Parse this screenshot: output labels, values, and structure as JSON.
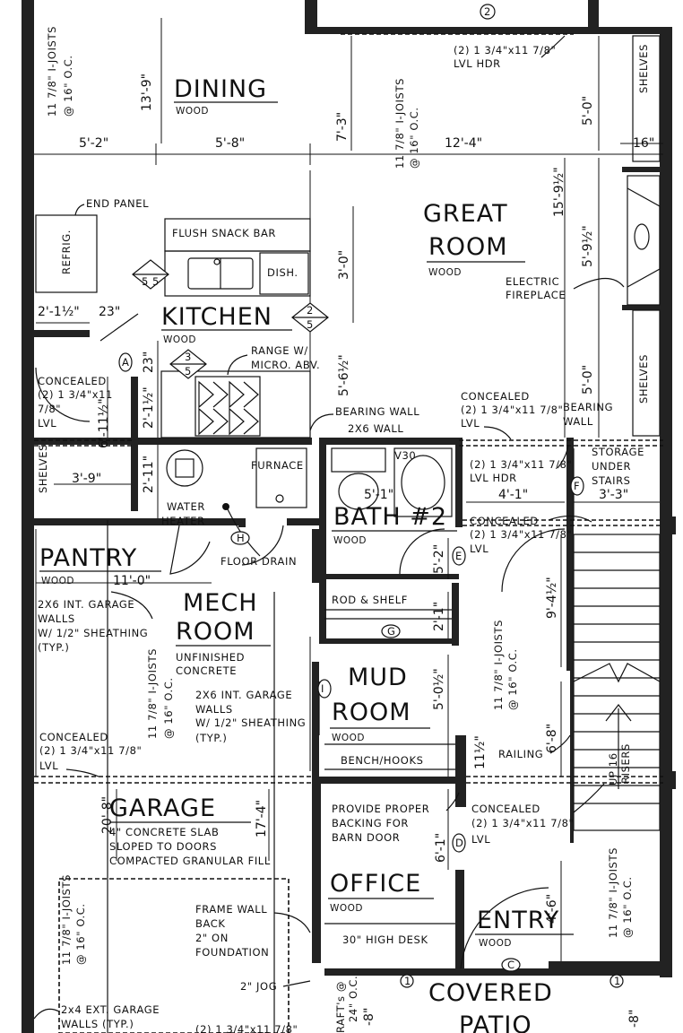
{
  "rooms": {
    "dining": {
      "name": "DINING",
      "finish": "WOOD"
    },
    "great_room": {
      "line1": "GREAT",
      "line2": "ROOM",
      "finish": "WOOD"
    },
    "kitchen": {
      "name": "KITCHEN",
      "finish": "WOOD"
    },
    "pantry": {
      "name": "PANTRY",
      "finish": "WOOD"
    },
    "mech_room": {
      "line1": "MECH",
      "line2": "ROOM",
      "finish1": "UNFINISHED",
      "finish2": "CONCRETE"
    },
    "bath": {
      "name": "BATH #2",
      "finish": "WOOD"
    },
    "mud_room": {
      "line1": "MUD",
      "line2": "ROOM",
      "finish": "WOOD"
    },
    "garage": {
      "name": "GARAGE",
      "note1": "4\" CONCRETE SLAB",
      "note2": "SLOPED TO DOORS",
      "note3": "COMPACTED GRANULAR FILL"
    },
    "office": {
      "name": "OFFICE",
      "finish": "WOOD",
      "desk": "30\" HIGH DESK"
    },
    "entry": {
      "name": "ENTRY",
      "finish": "WOOD"
    },
    "covered_patio": {
      "line1": "COVERED",
      "line2": "PATIO"
    }
  },
  "labels": {
    "lvl_hdr_top_1": "(2) 1 3/4\"x11 7/8\"",
    "lvl_hdr_top_2": "LVL HDR",
    "end_panel": "END PANEL",
    "refrig": "REFRIG.",
    "flush_snack_bar": "FLUSH SNACK BAR",
    "dish": "DISH.",
    "electric_1": "ELECTRIC",
    "electric_2": "FIREPLACE",
    "range_1": "RANGE W/",
    "range_2": "MICRO. ABV.",
    "shelves_top": "SHELVES",
    "shelves_right": "SHELVES",
    "shelves_left": "SHELVES",
    "bearing_wall_1": "BEARING WALL",
    "bearing_wall_2": "2X6 WALL",
    "bearing_wall_r1": "BEARING",
    "bearing_wall_r2": "WALL",
    "concealed_gr_1": "CONCEALED",
    "concealed_gr_2": "(2) 1 3/4\"x11 7/8\"",
    "concealed_gr_3": "LVL",
    "concealed_left_1": "CONCEALED",
    "concealed_left_2": "(2) 1 3/4\"x11",
    "concealed_left_3": "7/8\"",
    "concealed_left_4": "LVL",
    "furnace": "FURNACE",
    "water_heater_1": "WATER",
    "water_heater_2": "HEATER",
    "floor_drain": "FLOOR DRAIN",
    "v30": "V30",
    "lvl_hdr_bath_1": "(2) 1 3/4\"x11 7/8\"",
    "lvl_hdr_bath_2": "LVL HDR",
    "storage_1": "STORAGE",
    "storage_2": "UNDER",
    "storage_3": "STAIRS",
    "concealed_st_1": "CONCEALED",
    "concealed_st_2": "(2) 1 3/4\"x11 7/8\"",
    "concealed_st_3": "LVL",
    "garage_walls_1": "2X6 INT. GARAGE",
    "garage_walls_2": "WALLS",
    "garage_walls_3": "W/ 1/2\" SHEATHING",
    "garage_walls_4": "(TYP.)",
    "garage_walls_b1": "2X6 INT. GARAGE",
    "garage_walls_b2": "WALLS",
    "garage_walls_b3": "W/ 1/2\" SHEATHING",
    "garage_walls_b4": "(TYP.)",
    "rod_shelf": "ROD & SHELF",
    "bench_hooks": "BENCH/HOOKS",
    "railing": "RAILING",
    "up_1": "UP 16",
    "up_2": "RISERS",
    "concealed_gar_1": "CONCEALED",
    "concealed_gar_2": "(2) 1 3/4\"x11 7/8\"",
    "concealed_gar_3": "LVL",
    "barn_1": "PROVIDE PROPER",
    "barn_2": "BACKING FOR",
    "barn_3": "BARN DOOR",
    "concealed_ent_1": "CONCEALED",
    "concealed_ent_2": "(2) 1 3/4\"x11 7/8\"",
    "concealed_ent_3": "LVL",
    "frame_wall_1": "FRAME WALL",
    "frame_wall_2": "BACK",
    "frame_wall_3": "2\" ON",
    "frame_wall_4": "FOUNDATION",
    "jog": "2\" JOG",
    "ext_garage_1": "2x4 EXT. GARAGE",
    "ext_garage_2": "WALLS (TYP.)",
    "lvl_bottom": "(2) 1 3/4\"x11 7/8\"",
    "joist_1": "11 7/8\" I-JOISTS",
    "joist_2": "@ 16\" O.C.",
    "truss_1": "RAFT's @",
    "truss_2": "24\" O.C."
  },
  "dimensions": {
    "d_13_9": "13'-9\"",
    "d_5_2": "5'-2\"",
    "d_5_8": "5'-8\"",
    "d_7_3": "7'-3\"",
    "d_12_4": "12'-4\"",
    "d_5_0_top": "5'-0\"",
    "d_16": "16\"",
    "d_15_9h": "15'-9½\"",
    "d_5_9h": "5'-9½\"",
    "d_3_0": "3'-0\"",
    "d_2_1h": "2'-1½\"",
    "d_23a": "23\"",
    "d_23b": "23\"",
    "d_5_6h": "5'-6½\"",
    "d_5_0_mid": "5'-0\"",
    "d_6_11h": "6'-11½\"",
    "d_2_1h_k": "2'-1½\"",
    "d_3_9": "3'-9\"",
    "d_2_11": "2'-11\"",
    "d_5_1": "5'-1\"",
    "d_4_1": "4'-1\"",
    "d_3_3": "3'-3\"",
    "d_11_0": "11'-0\"",
    "d_5_2b": "5'-2\"",
    "d_2_1": "2'-1\"",
    "d_9_4h": "9'-4½\"",
    "d_5_0h": "5'-0½\"",
    "d_6_8": "6'-8\"",
    "d_11h": "11½\"",
    "d_20_8": "20'-8\"",
    "d_17_4": "17'-4\"",
    "d_6_1": "6'-1\"",
    "d_4_6": "4'-6\"",
    "d_8": "-8\"",
    "d_8b": "-8\""
  },
  "tags": {
    "t2": "2",
    "t5a": "5",
    "t5b": "5",
    "t2b": "2",
    "t5c": "5",
    "t3": "3",
    "t5d": "5",
    "tA": "A",
    "tF": "F",
    "tH": "H",
    "tE": "E",
    "tG": "G",
    "tI": "I",
    "tD": "D",
    "tC": "C",
    "t1a": "1",
    "t1b": "1"
  }
}
